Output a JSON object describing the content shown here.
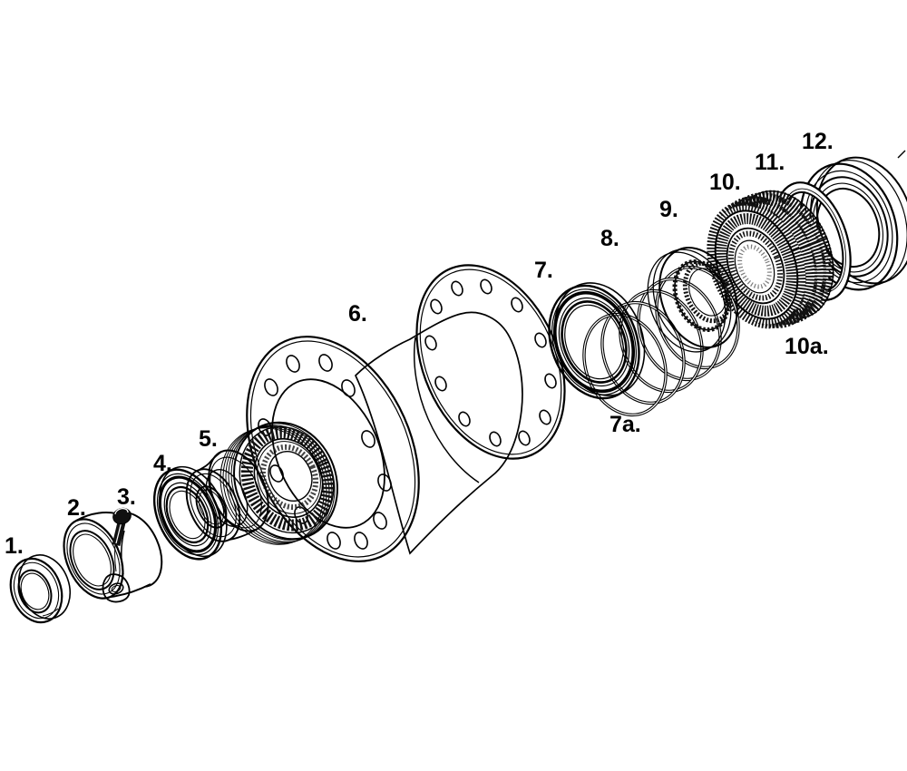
{
  "diagram": {
    "type": "exploded-parts-diagram",
    "background": "#ffffff",
    "line_color": "#000000",
    "dark_fill": "#111111",
    "labels": [
      {
        "id": "1",
        "text": "1."
      },
      {
        "id": "2",
        "text": "2."
      },
      {
        "id": "3",
        "text": "3."
      },
      {
        "id": "4",
        "text": "4."
      },
      {
        "id": "5",
        "text": "5."
      },
      {
        "id": "6",
        "text": "6."
      },
      {
        "id": "7",
        "text": "7."
      },
      {
        "id": "7a",
        "text": "7a."
      },
      {
        "id": "8",
        "text": "8."
      },
      {
        "id": "9",
        "text": "9."
      },
      {
        "id": "10",
        "text": "10."
      },
      {
        "id": "10a",
        "text": "10a."
      },
      {
        "id": "11",
        "text": "11."
      },
      {
        "id": "12",
        "text": "12."
      }
    ]
  }
}
